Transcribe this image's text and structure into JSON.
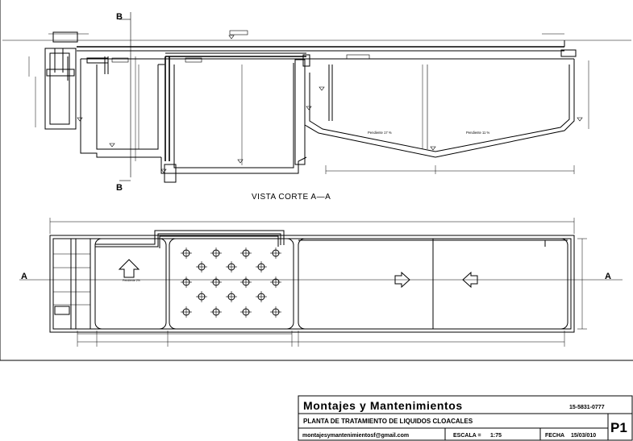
{
  "section": {
    "marker_b": "B",
    "marker_a": "A",
    "view_label": "VISTA CORTE A—A"
  },
  "labels": {
    "slope_left": "Pendiente 17 %",
    "slope_right": "Pendiente 11 %",
    "slope_plan": "Pendiente 2%"
  },
  "title_block": {
    "company": "Montajes y Mantenimientos",
    "phone": "15-5831-0777",
    "project": "PLANTA DE TRATAMIENTO DE LIQUIDOS CLOACALES",
    "email": "montajesymantenimientosf@gmail.com",
    "scale_label": "ESCALA =",
    "scale_value": "1:75",
    "date_label": "FECHA",
    "date_value": "15/03/010",
    "sheet": "P1"
  },
  "colors": {
    "line": "#000000",
    "background": "#ffffff"
  }
}
